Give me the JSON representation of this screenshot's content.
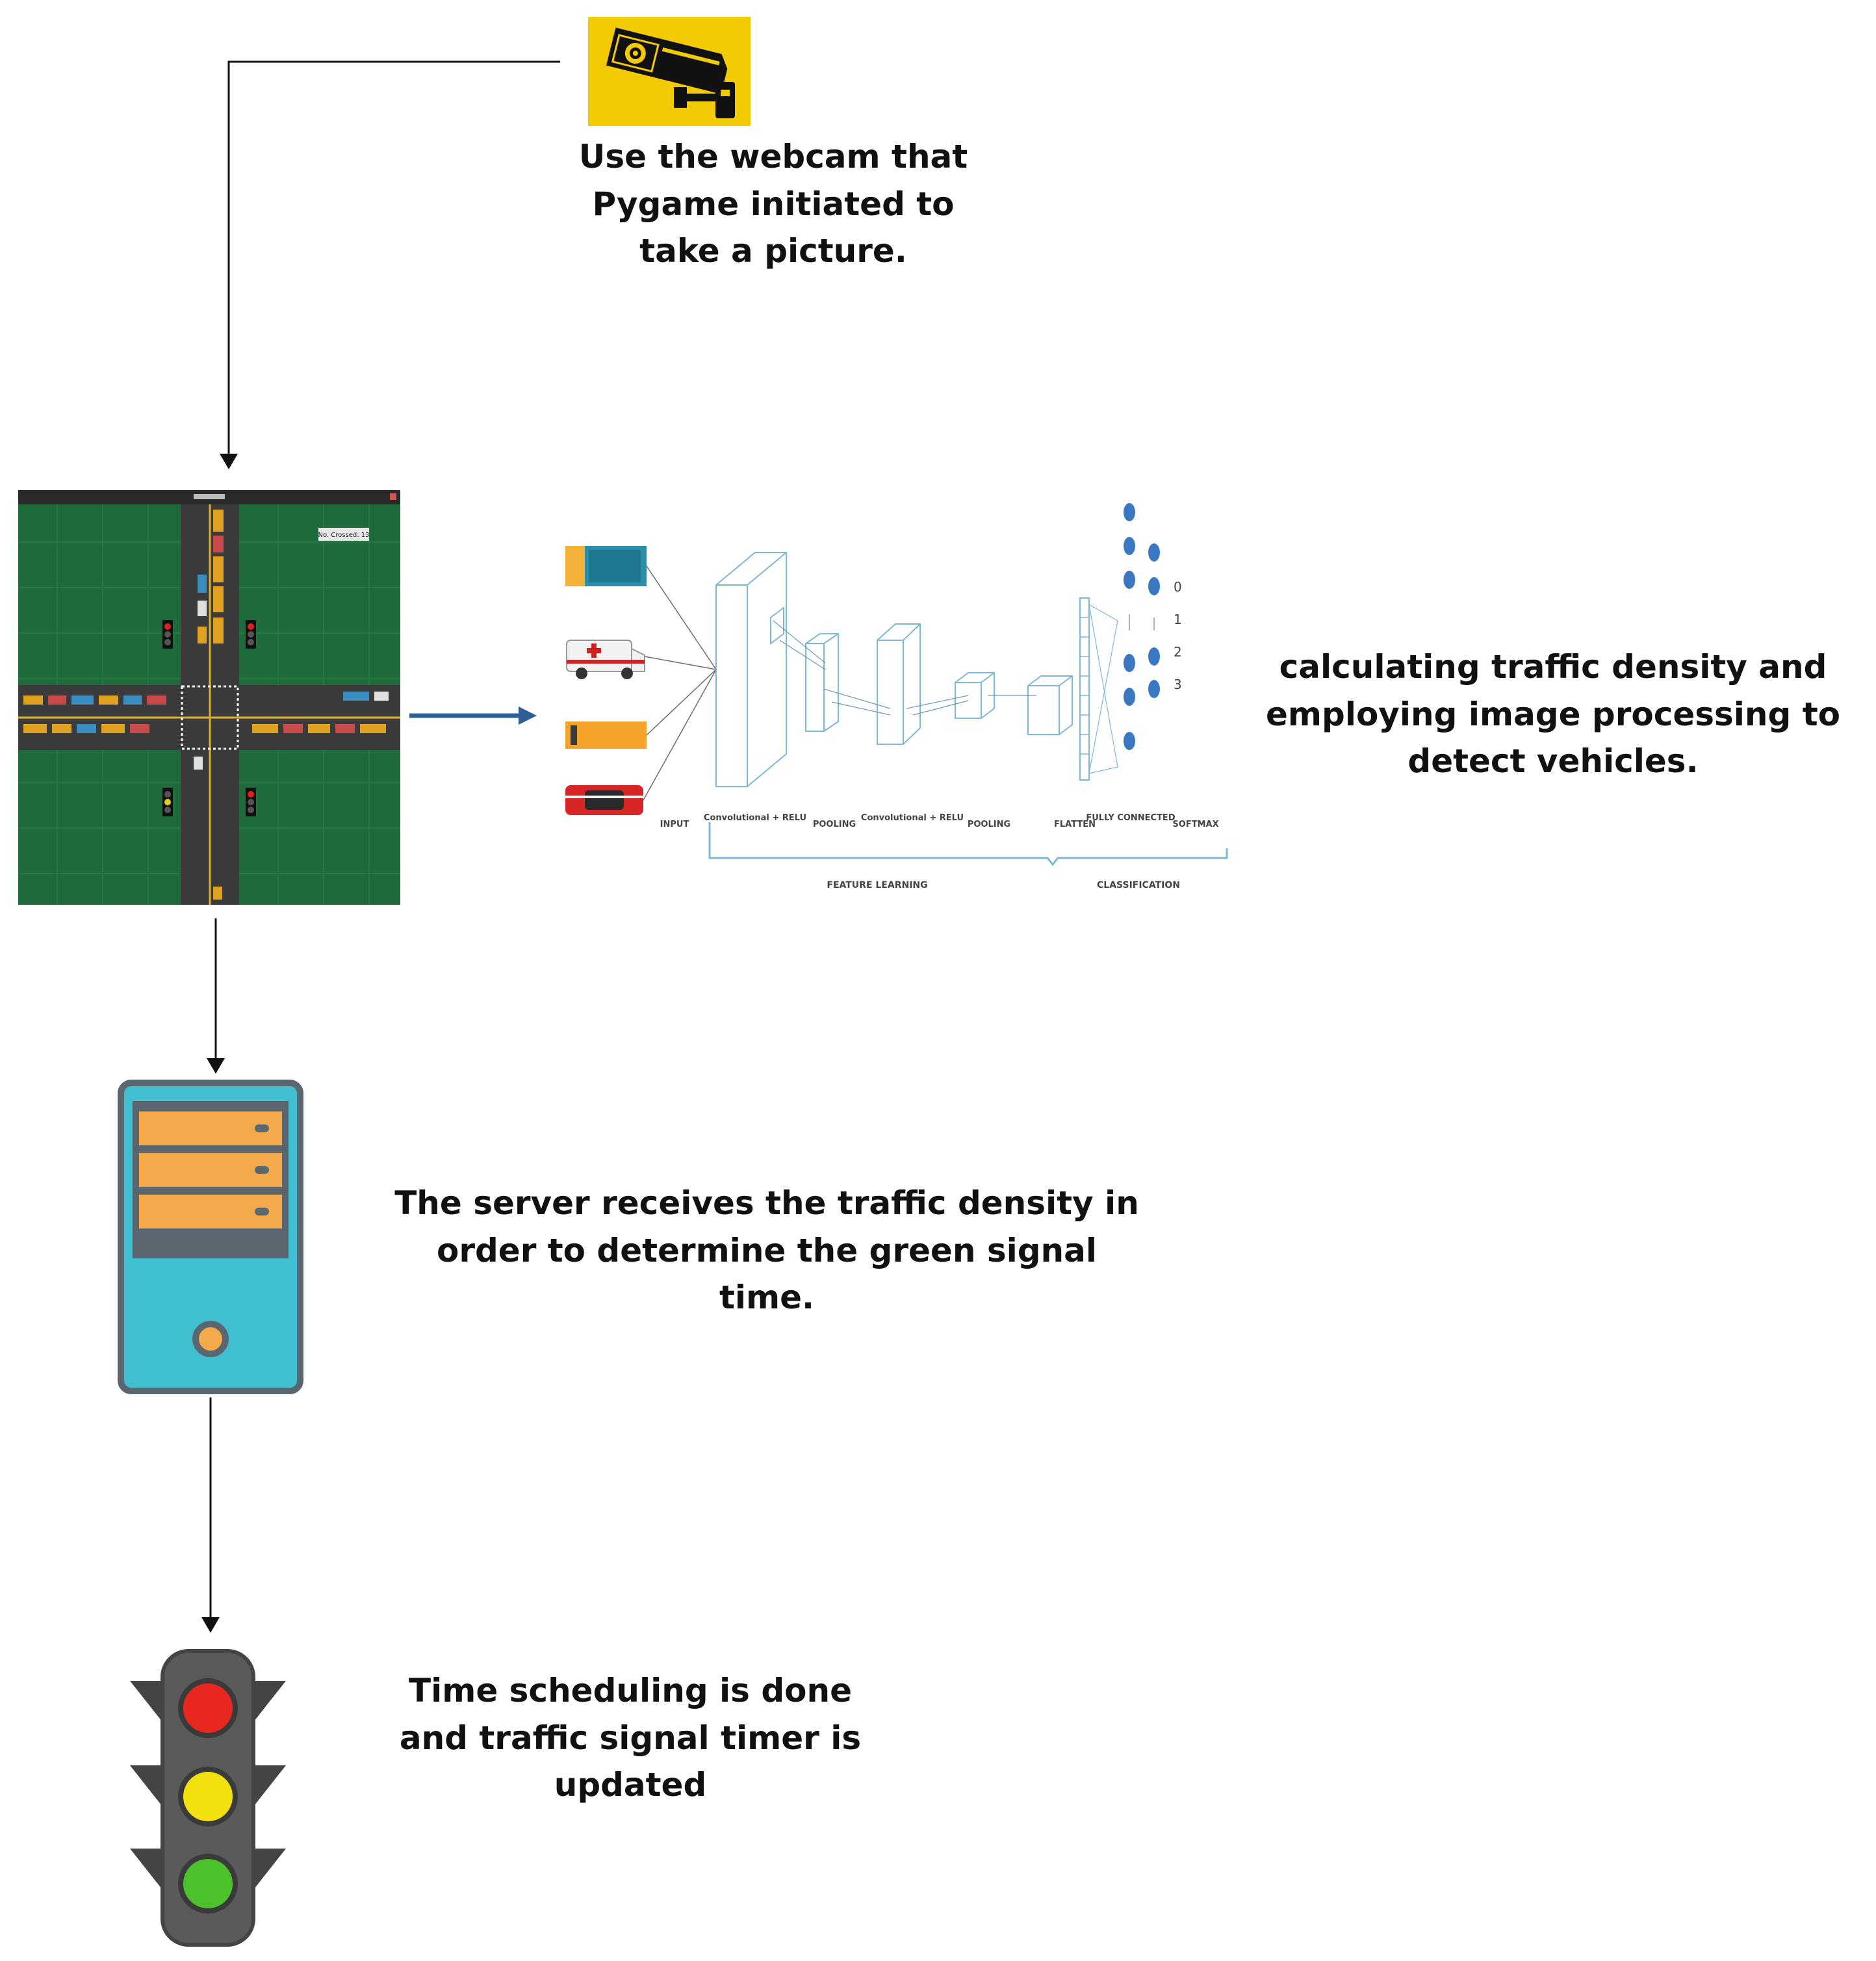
{
  "steps": {
    "capture": {
      "text": "Use the webcam that Pygame initiated to take a picture."
    },
    "detect": {
      "text": "calculating traffic density and employing image processing to detect vehicles."
    },
    "server": {
      "text": "The server receives the traffic density in order to determine the green signal time."
    },
    "signal": {
      "text": "Time scheduling is done and traffic signal timer is updated"
    }
  },
  "cnn": {
    "layer_labels": [
      "INPUT",
      "Convolutional + RELU",
      "POOLING",
      "Convolutional + RELU",
      "POOLING",
      "FLATTEN",
      "FULLY CONNECTED",
      "SOFTMAX"
    ],
    "group_labels": [
      "FEATURE LEARNING",
      "CLASSIFICATION"
    ],
    "outputs": [
      "0",
      "1",
      "2",
      "3"
    ]
  },
  "simulation": {
    "score_label": "No. Crossed: 13"
  },
  "colors": {
    "camera_bg": "#f2cb05",
    "server_body": "#3fbfcf",
    "server_drive": "#f4a94a",
    "grass": "#1f6a3a",
    "road": "#3b3b3b",
    "cnn_line": "#7fb7d8",
    "node_blue": "#3b78c2",
    "arrow_blue": "#2e5f95"
  },
  "icons": [
    "security-camera-icon",
    "server-tower-icon",
    "traffic-light-icon",
    "ambulance-icon",
    "bus-icon",
    "car-icon"
  ]
}
